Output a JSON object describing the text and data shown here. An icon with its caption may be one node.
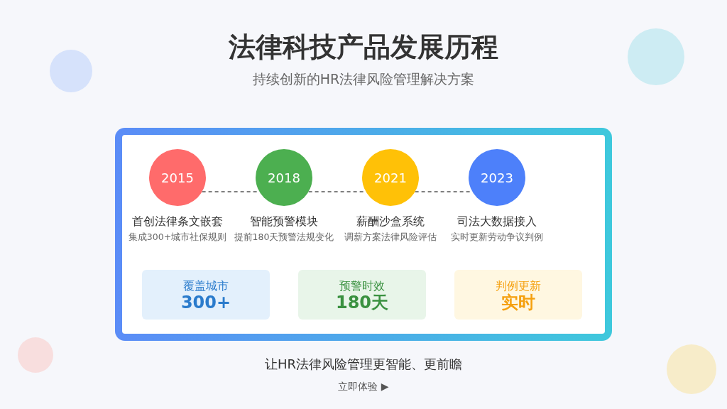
{
  "diagram": {
    "title": "法律科技产品发展历程",
    "nodes": [
      {
        "text": [
          "2015"
        ],
        "beside": [
          "首创法律条文嵌套",
          "集成300+城市社保规则"
        ]
      },
      {
        "text": [
          "2018"
        ],
        "beside": [
          "智能预警模块",
          "提前180天预警法规变化"
        ]
      },
      {
        "text": [
          "2021"
        ],
        "beside": [
          "薪酬沙盒系统",
          "调薪方案法律风险评估"
        ]
      },
      {
        "text": [
          "2023"
        ],
        "beside": [
          "司法大数据接入",
          "实时更新劳动争议判例"
        ]
      },
      {
        "text": [
          "覆盖城市",
          "300+"
        ]
      },
      {
        "text": [
          "预警时效",
          "180天"
        ]
      },
      {
        "text": [
          "判例更新",
          "实时"
        ]
      }
    ],
    "edges": [
      {
        "from": 0,
        "to": 1,
        "arrow": "none",
        "style": "dashed"
      },
      {
        "from": 1,
        "to": 2,
        "arrow": "none",
        "style": "dashed"
      },
      {
        "from": 2,
        "to": 3,
        "arrow": "none",
        "style": "dashed"
      }
    ],
    "labels": [
      "持续创新的HR法律风险管理解决方案",
      "让HR法律风险管理更智能、更前瞻",
      "立即体验 ▶"
    ]
  }
}
